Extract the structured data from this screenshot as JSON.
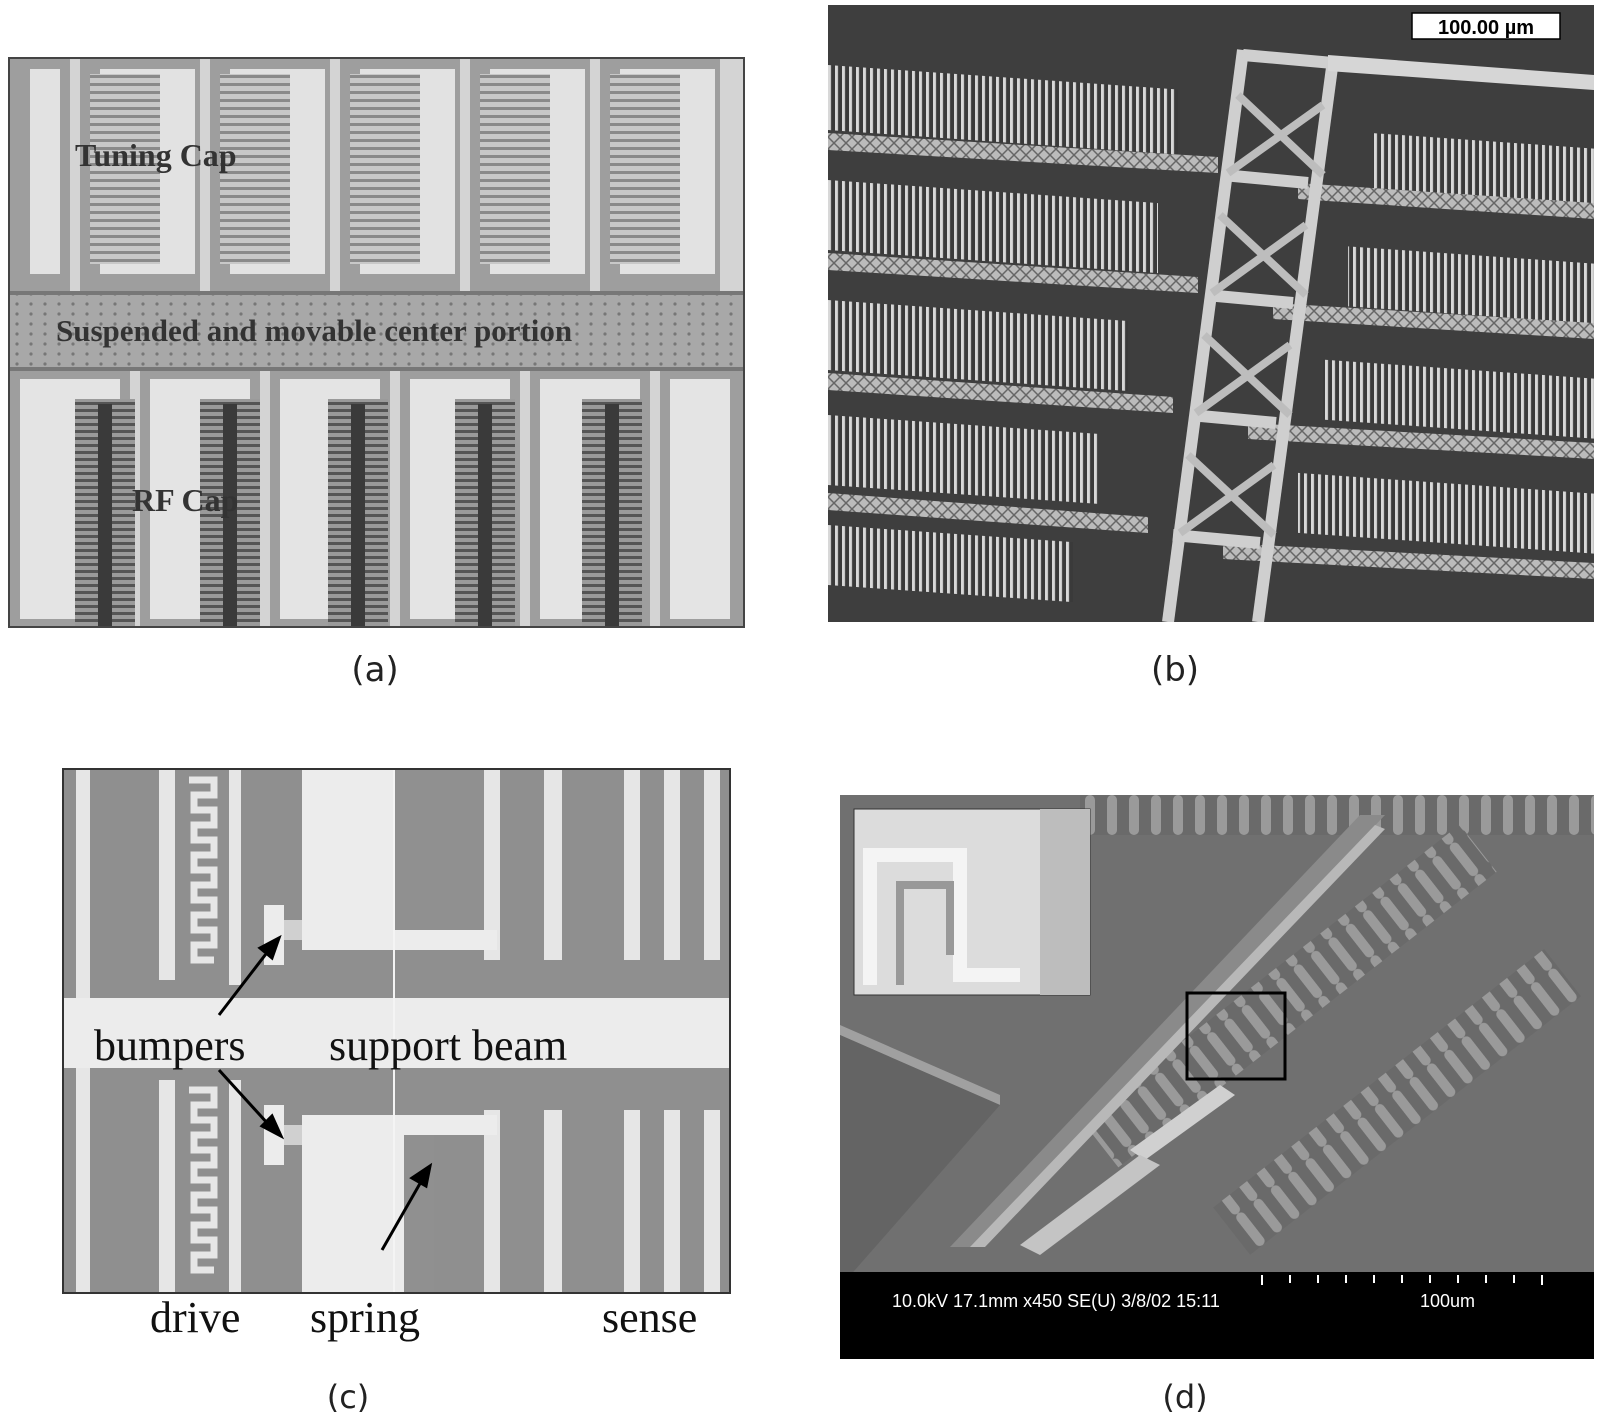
{
  "panel_a": {
    "caption": "(a)",
    "label_tuning": "Tuning Cap",
    "label_center": "Suspended and movable center portion",
    "label_rf": "RF Cap"
  },
  "panel_b": {
    "caption": "(b)",
    "scale_bar": "100.00 µm"
  },
  "panel_c": {
    "caption": "(c)",
    "label_bumpers": "bumpers",
    "label_support_beam": "support beam",
    "label_drive": "drive",
    "label_spring": "spring",
    "label_sense": "sense"
  },
  "panel_d": {
    "caption": "(d)",
    "sem_info": "10.0kV 17.1mm x450 SE(U) 3/8/02 15:11",
    "scale_text": "100um"
  }
}
